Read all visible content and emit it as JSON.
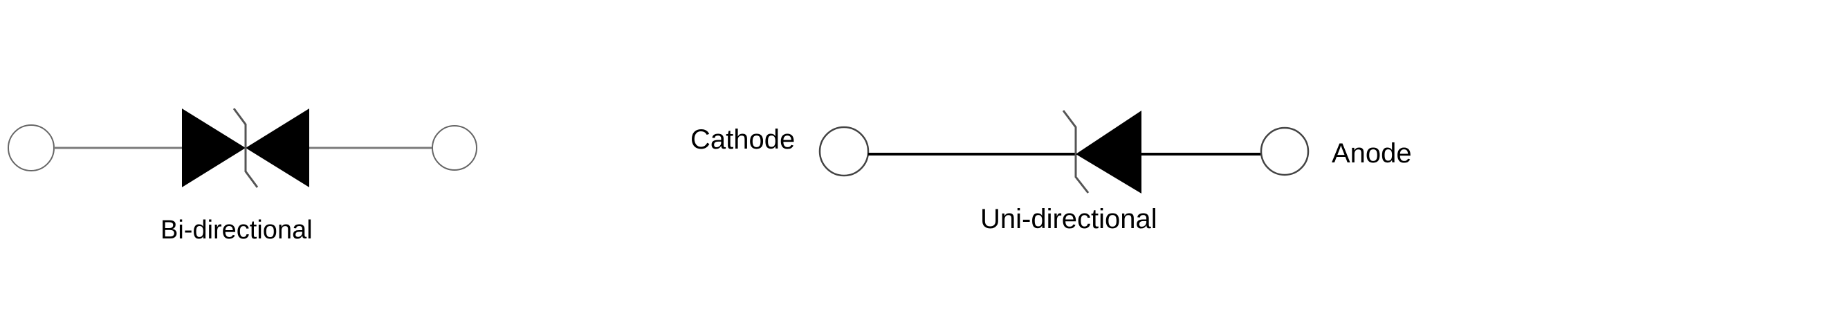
{
  "diagram": {
    "bidirectional": {
      "caption": "Bi-directional"
    },
    "unidirectional": {
      "caption": "Uni-directional",
      "left_terminal_label": "Cathode",
      "right_terminal_label": "Anode"
    }
  },
  "colors": {
    "ink": "#000000",
    "wire_thin": "#7a7a7a",
    "background": "#ffffff"
  }
}
